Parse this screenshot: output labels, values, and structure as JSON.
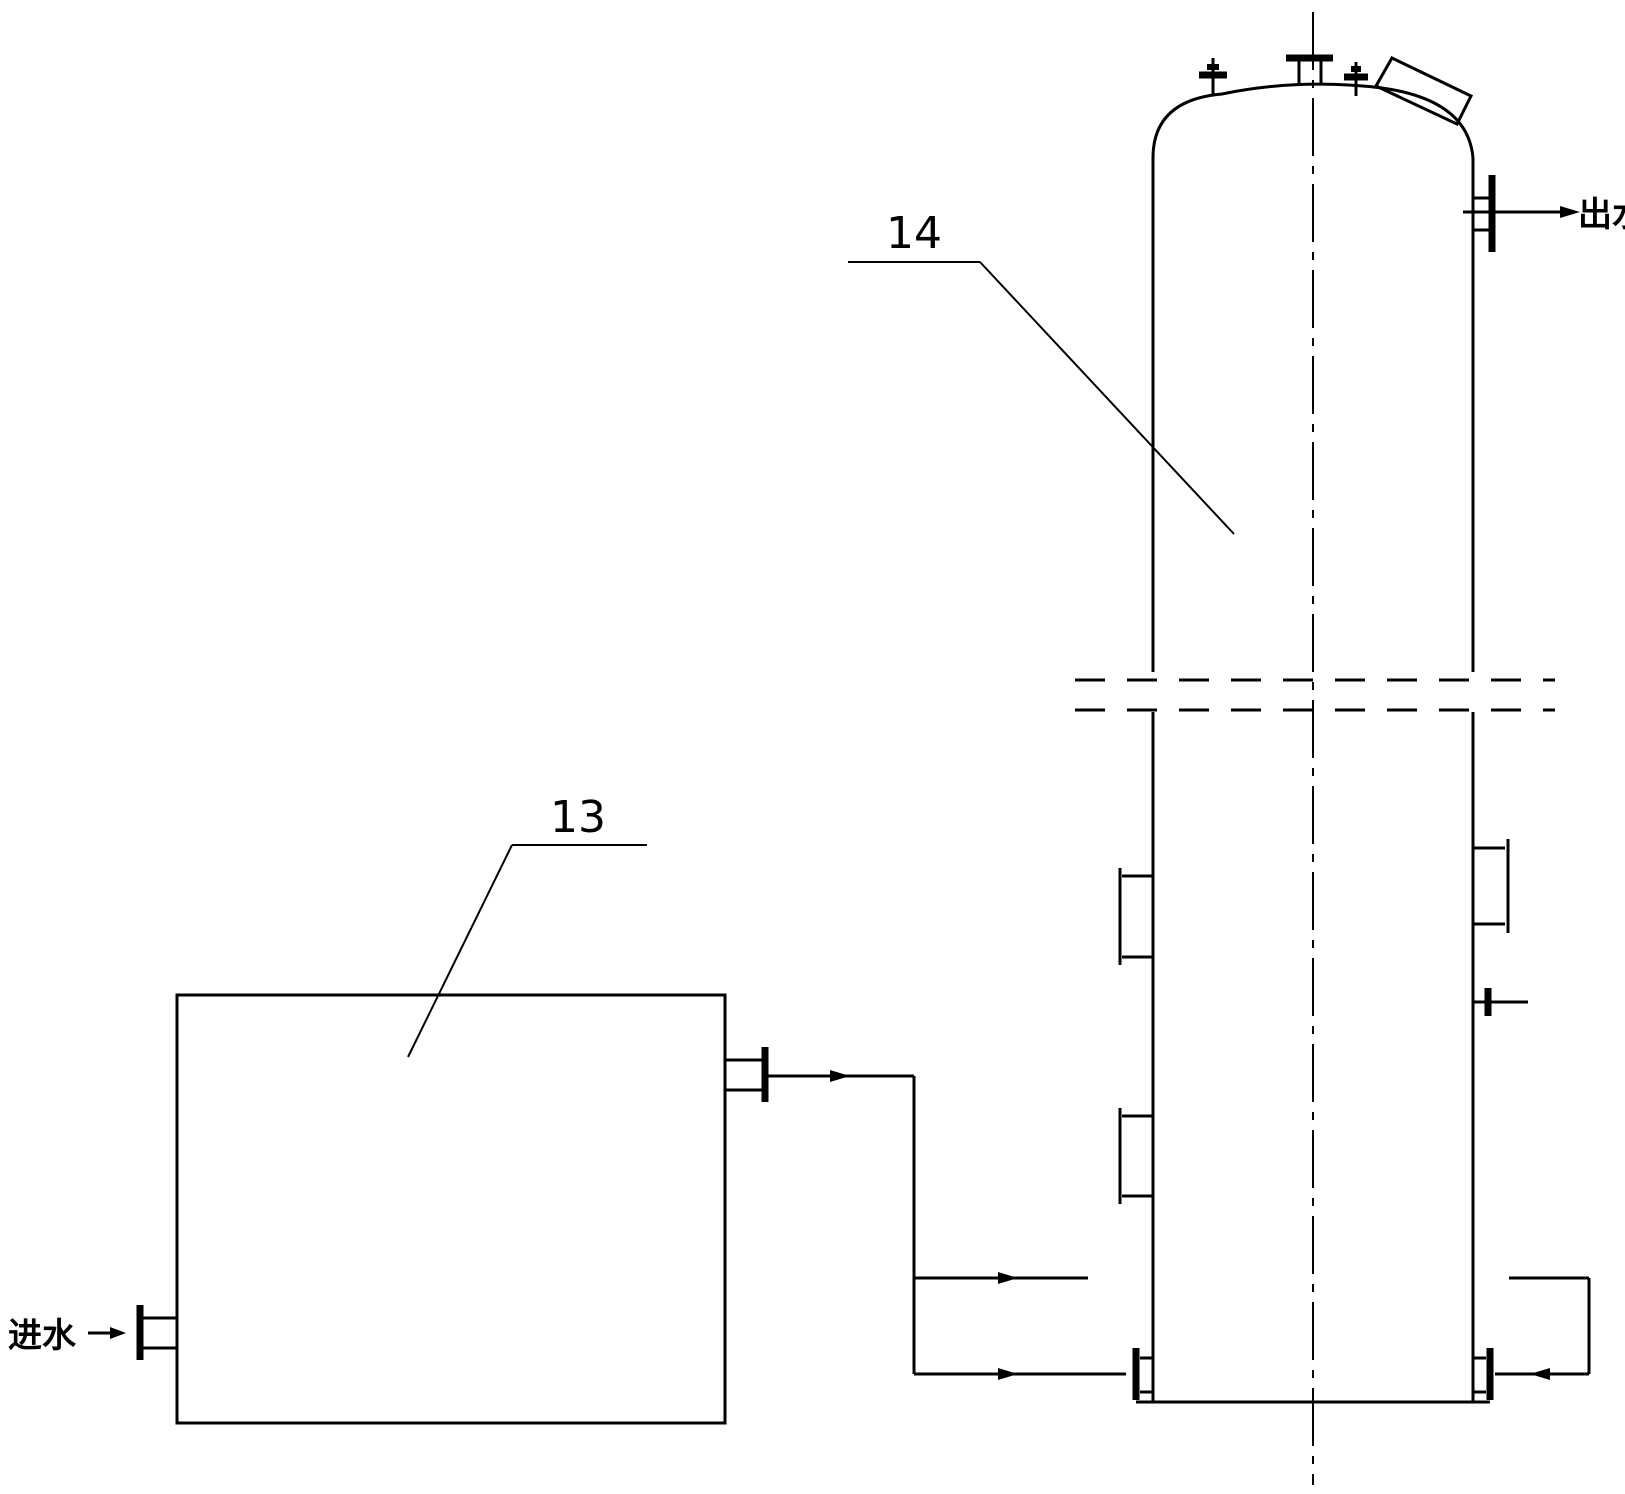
{
  "labels": {
    "tank": "13",
    "column": "14",
    "inlet": "进水",
    "outlet": "出水"
  },
  "colors": {
    "line": "#000000",
    "background": "#ffffff"
  }
}
